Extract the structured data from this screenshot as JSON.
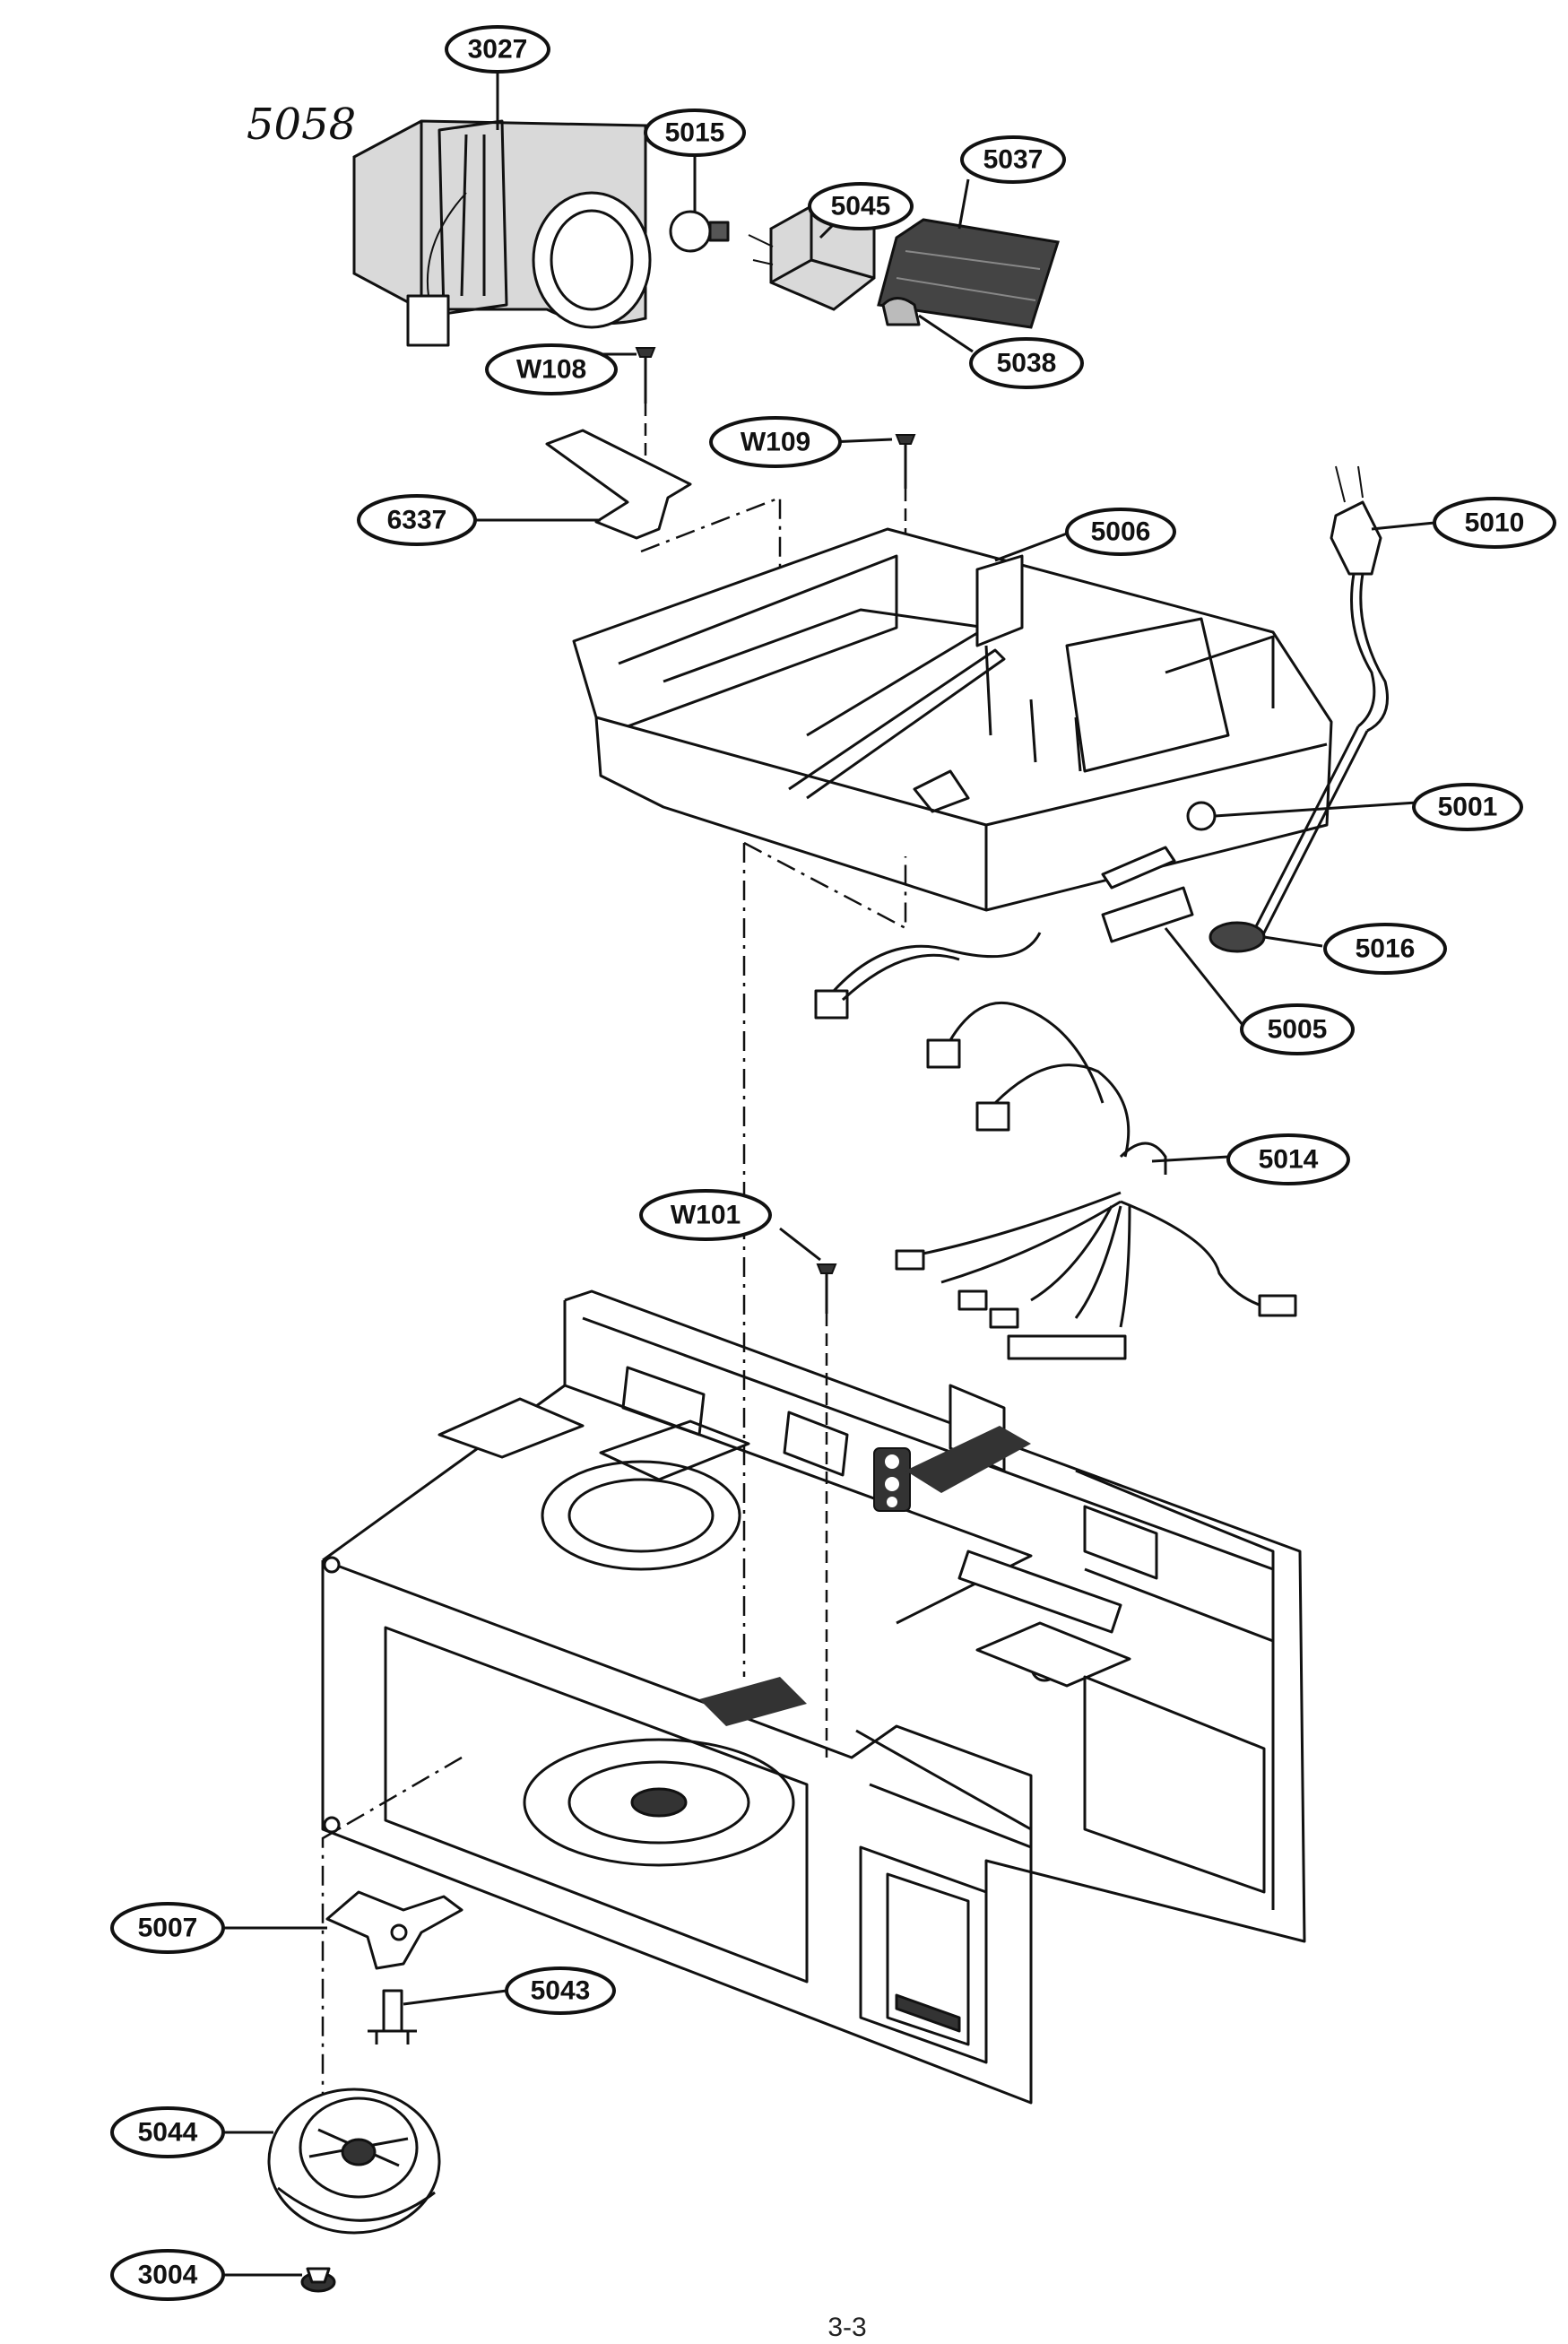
{
  "diagram": {
    "handwritten_note": "5058",
    "page_number": "3-3",
    "part_labels": [
      {
        "id": "3027"
      },
      {
        "id": "5015"
      },
      {
        "id": "5045"
      },
      {
        "id": "5037"
      },
      {
        "id": "5038"
      },
      {
        "id": "W108"
      },
      {
        "id": "W109"
      },
      {
        "id": "6337"
      },
      {
        "id": "5006"
      },
      {
        "id": "5010"
      },
      {
        "id": "5001"
      },
      {
        "id": "5016"
      },
      {
        "id": "5005"
      },
      {
        "id": "5014"
      },
      {
        "id": "W101"
      },
      {
        "id": "5007"
      },
      {
        "id": "5043"
      },
      {
        "id": "5044"
      },
      {
        "id": "3004"
      }
    ]
  }
}
